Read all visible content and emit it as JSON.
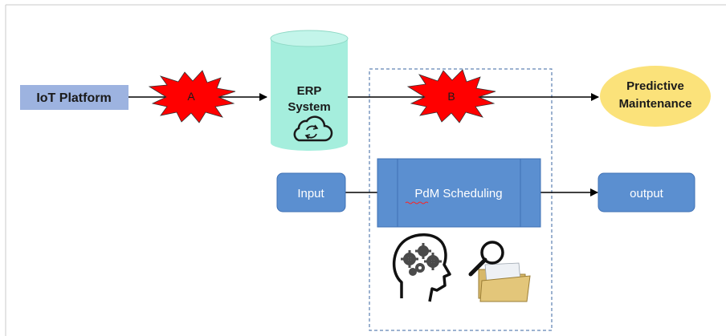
{
  "colors": {
    "iot_fill": "#9db3e0",
    "cylinder_fill": "#a5eedd",
    "cylinder_top": "#c3f5ea",
    "predictive_fill": "#fbe27a",
    "burst_fill": "#ff0000",
    "blue_box": "#5b8fd0",
    "blue_box_stroke": "#3f70b4",
    "dashed_border": "#3a64a0"
  },
  "nodes": {
    "iot_platform": "IoT Platform",
    "erp_line1": "ERP",
    "erp_line2": "System",
    "predictive_line1": "Predictive",
    "predictive_line2": "Maintenance",
    "input": "Input",
    "pdm_scheduling": "PdM Scheduling",
    "output": "output"
  },
  "markers": {
    "a": "A",
    "b": "B"
  },
  "icons": {
    "erp": "cloud-sync-icon",
    "head": "head-gears-icon",
    "search": "magnifier-folder-icon"
  }
}
